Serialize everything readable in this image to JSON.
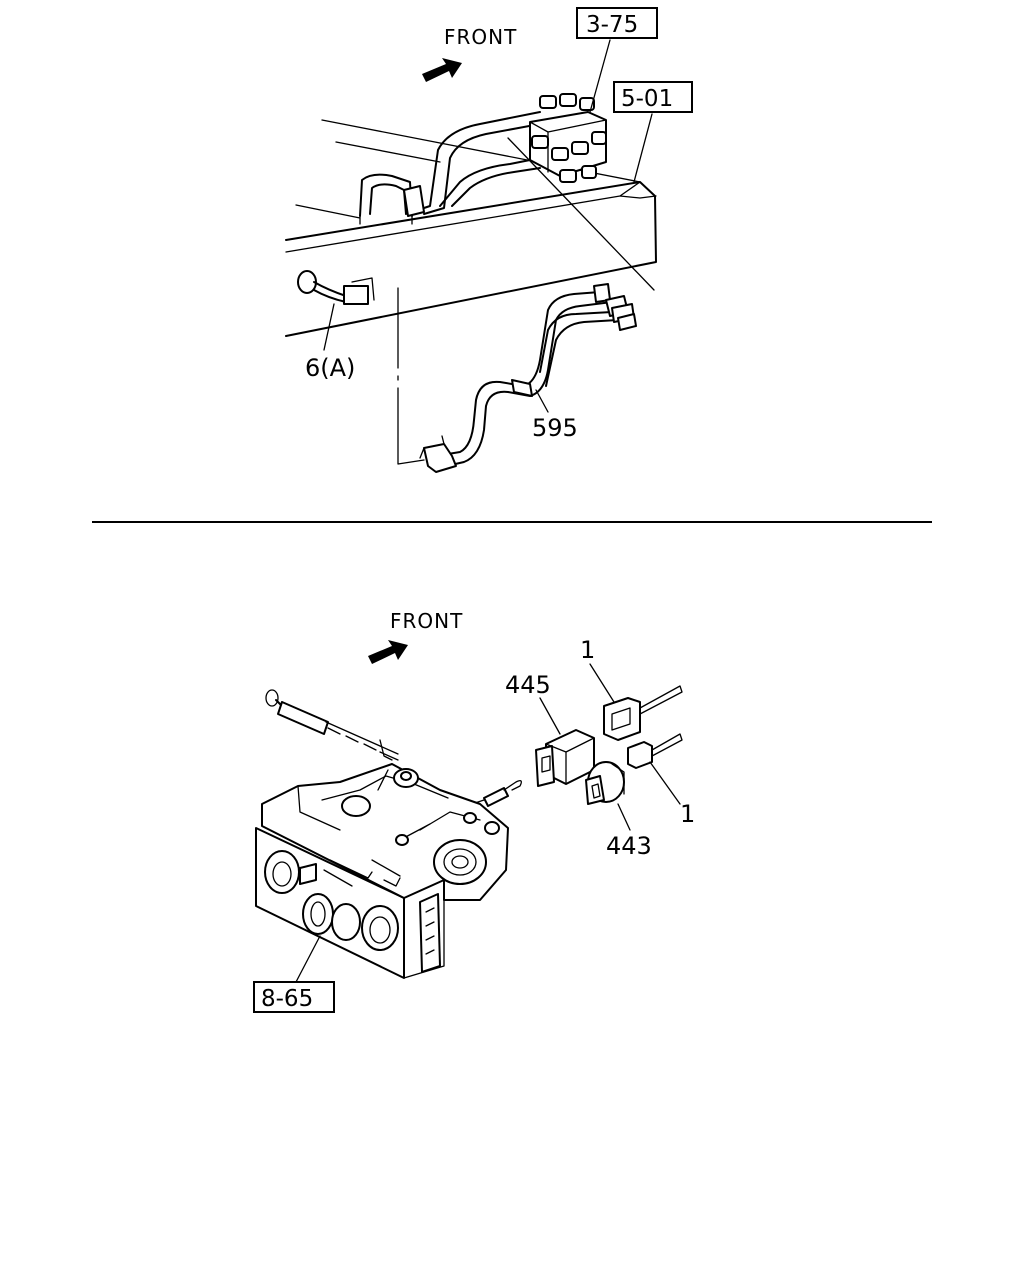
{
  "top_diagram": {
    "front_label": "FRONT",
    "ref_3_75": "3-75",
    "ref_5_01": "5-01",
    "part_6a": "6(A)",
    "part_595": "595"
  },
  "bottom_diagram": {
    "front_label": "FRONT",
    "part_445": "445",
    "part_1_upper": "1",
    "part_1_lower": "1",
    "part_443": "443",
    "ref_8_65": "8-65"
  }
}
